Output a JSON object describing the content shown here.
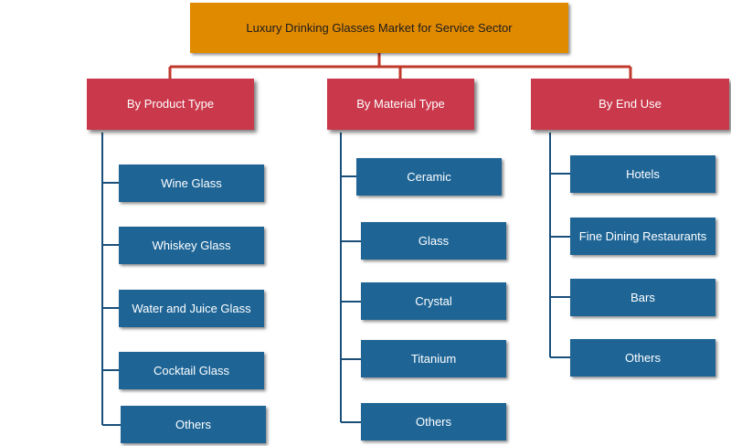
{
  "root": {
    "label": "Luxury Drinking Glasses Market for Service Sector"
  },
  "colors": {
    "root": "#e08a00",
    "category": "#c9384b",
    "leaf": "#1e6596",
    "connector_top": "#c0392b",
    "connector_branch": "#1a4f7a"
  },
  "categories": [
    {
      "label": "By Product Type",
      "items": [
        "Wine Glass",
        "Whiskey Glass",
        "Water and Juice Glass",
        "Cocktail Glass",
        "Others"
      ]
    },
    {
      "label": "By Material Type",
      "items": [
        "Ceramic",
        "Glass",
        "Crystal",
        "Titanium",
        "Others"
      ]
    },
    {
      "label": "By End Use",
      "items": [
        "Hotels",
        "Fine Dining Restaurants",
        "Bars",
        "Others"
      ]
    }
  ]
}
